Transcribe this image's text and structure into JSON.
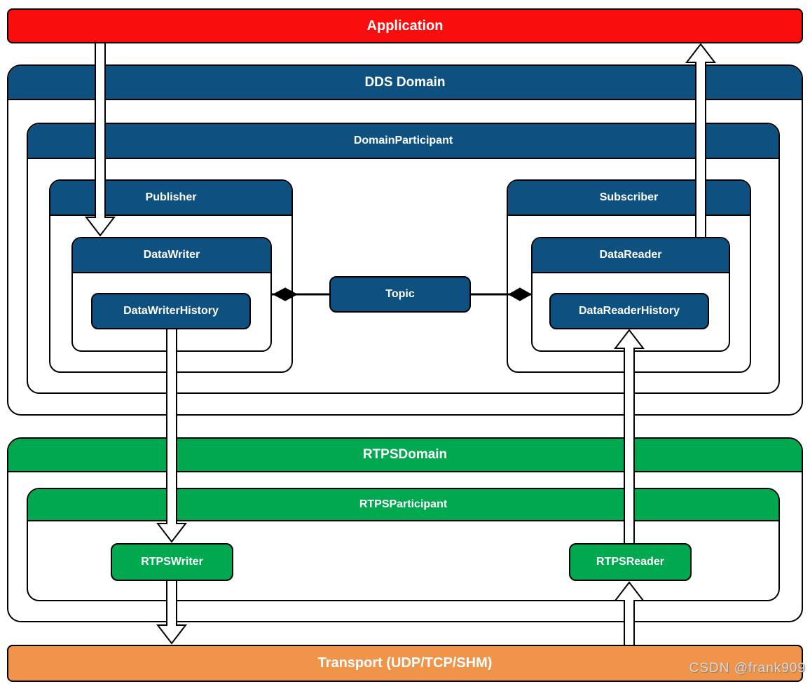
{
  "colors": {
    "red": "#F90D0D",
    "blue": "#0E5181",
    "green": "#00A850",
    "orange": "#F0944A",
    "ink": "#000000",
    "watermark_gray": "#D9D9D9"
  },
  "nodes": {
    "application": "Application",
    "dds_domain": "DDS Domain",
    "domain_participant": "DomainParticipant",
    "publisher": "Publisher",
    "subscriber": "Subscriber",
    "data_writer": "DataWriter",
    "data_reader": "DataReader",
    "data_writer_history": "DataWriterHistory",
    "data_reader_history": "DataReaderHistory",
    "topic": "Topic",
    "rtps_domain": "RTPSDomain",
    "rtps_participant": "RTPSParticipant",
    "rtps_writer": "RTPSWriter",
    "rtps_reader": "RTPSReader",
    "transport": "Transport (UDP/TCP/SHM)"
  },
  "edges": [
    {
      "from": "Application",
      "to": "DataWriter",
      "type": "arrow-down"
    },
    {
      "from": "DataWriterHistory",
      "to": "RTPSWriter",
      "type": "arrow-down"
    },
    {
      "from": "RTPSWriter",
      "to": "Transport",
      "type": "arrow-down"
    },
    {
      "from": "Transport",
      "to": "RTPSReader",
      "type": "arrow-up"
    },
    {
      "from": "RTPSReader",
      "to": "DataReaderHistory",
      "type": "arrow-up"
    },
    {
      "from": "DataReader",
      "to": "Application",
      "type": "arrow-up"
    },
    {
      "from": "DataWriter",
      "to": "Topic",
      "type": "composition-link"
    },
    {
      "from": "DataReader",
      "to": "Topic",
      "type": "composition-link"
    }
  ],
  "watermark": "CSDN @frank909"
}
